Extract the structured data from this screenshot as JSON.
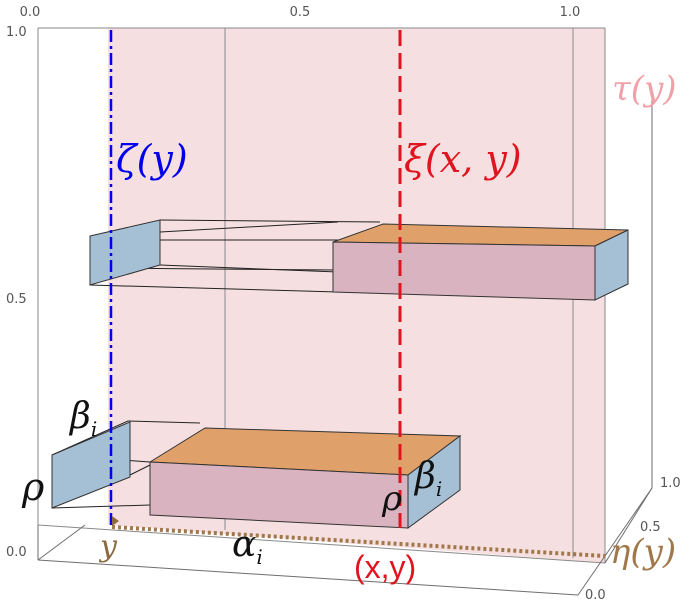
{
  "colors": {
    "slab": "#f6dfe1",
    "box_front": "#d9b4c0",
    "box_top": "#e0a06a",
    "box_end": "#a5bfd4",
    "zeta_line": "#0000ee",
    "xi_line": "#e0141e",
    "tau_label": "#f0a0a8",
    "path_dots": "#a0784a",
    "y_marker": "#8a6a3e"
  },
  "ticks": {
    "top": [
      "0.0",
      "0.5",
      "1.0"
    ],
    "left": [
      "1.0",
      "0.5",
      "0.0"
    ],
    "right": [
      "1.0",
      "0.5",
      "0.0"
    ]
  },
  "labels": {
    "zeta": "ζ(y)",
    "xi": "ξ(x, y)",
    "tau": "τ(y)",
    "eta": "η(y)",
    "xy": "(x,y)",
    "y": "y",
    "rho_left": "ρ",
    "rho_right": "ρ",
    "beta_left": "β",
    "beta_left_sub": "i",
    "beta_right": "β",
    "beta_right_sub": "i",
    "alpha": "α",
    "alpha_sub": "i"
  }
}
